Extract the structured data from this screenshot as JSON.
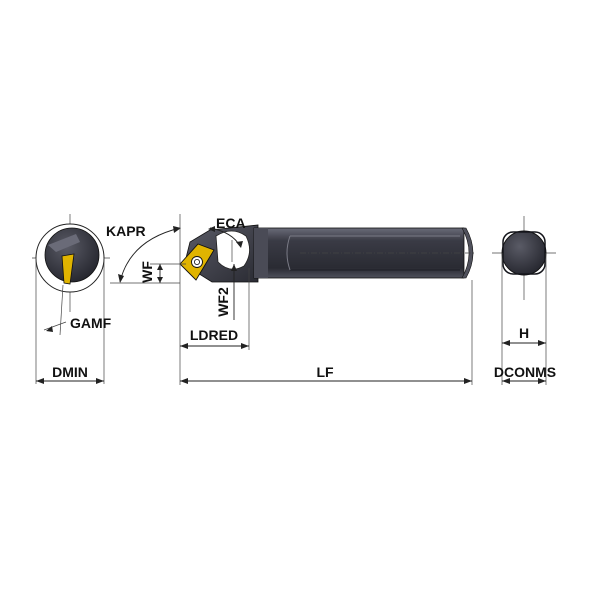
{
  "colors": {
    "body": "#3a3b45",
    "body_dark": "#23242c",
    "body_light": "#6a6b78",
    "insert": "#e0b400",
    "line": "#222222"
  },
  "labels": {
    "kapr": "KAPR",
    "eca": "ECA",
    "wf": "WF",
    "wf2": "WF2",
    "gamf": "GAMF",
    "ldred": "LDRED",
    "dmin": "DMIN",
    "lf": "LF",
    "h": "H",
    "dconms": "DCONMS"
  }
}
